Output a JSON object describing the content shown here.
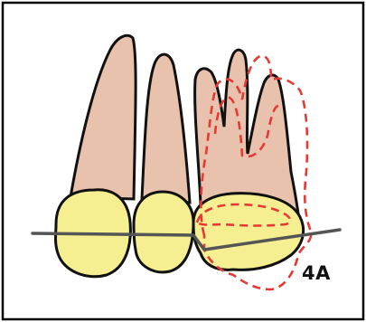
{
  "figure": {
    "label": "4A"
  },
  "colors": {
    "root": "#e8c2ad",
    "crown": "#f5ef91",
    "outline": "#111111",
    "occlusal_line": "#555555",
    "projected_outline": "#e53a34",
    "border": "#000000"
  },
  "legend_semantics": {
    "teeth": [
      "premolar-1",
      "premolar-2",
      "molar"
    ],
    "dashed_overlay": "projected-tooth-outline"
  }
}
